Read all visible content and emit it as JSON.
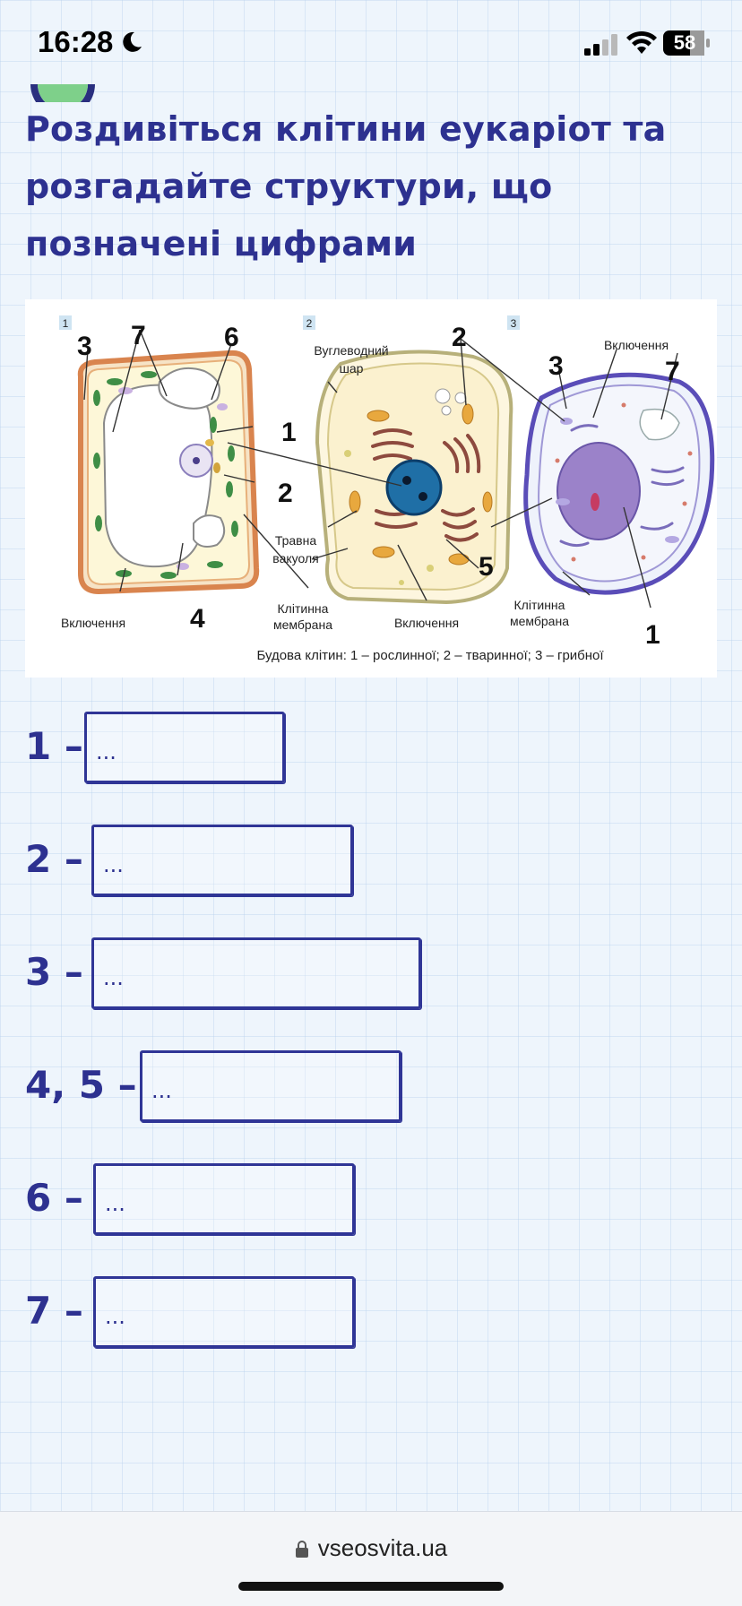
{
  "status_bar": {
    "time": "16:28",
    "battery": "58"
  },
  "heading": "Роздивіться клітини еукаріот та розгадайте структури, що позначені цифрами",
  "figure": {
    "panel_labels": [
      "1",
      "2",
      "3"
    ],
    "number_labels": {
      "n1": "1",
      "n2": "2",
      "n3": "3",
      "n4": "4",
      "n5": "5",
      "n6": "6",
      "n7": "7"
    },
    "text_labels": {
      "carb_layer_1": "Вуглеводний",
      "carb_layer_2": "шар",
      "inclusions": "Включення",
      "digestive_1": "Травна",
      "digestive_2": "вакуоля",
      "membrane_1": "Клітинна",
      "membrane_2": "мембрана"
    },
    "caption": "Будова клітин: 1 – рослинної; 2 – тваринної; 3 – грибної"
  },
  "answers": [
    {
      "label": "1 –",
      "placeholder": "..."
    },
    {
      "label": "2 –",
      "placeholder": "..."
    },
    {
      "label": "3 –",
      "placeholder": "..."
    },
    {
      "label": "4, 5 –",
      "placeholder": "..."
    },
    {
      "label": "6 –",
      "placeholder": "..."
    },
    {
      "label": "7 –",
      "placeholder": "..."
    }
  ],
  "browser": {
    "url": "vseosvita.ua"
  }
}
